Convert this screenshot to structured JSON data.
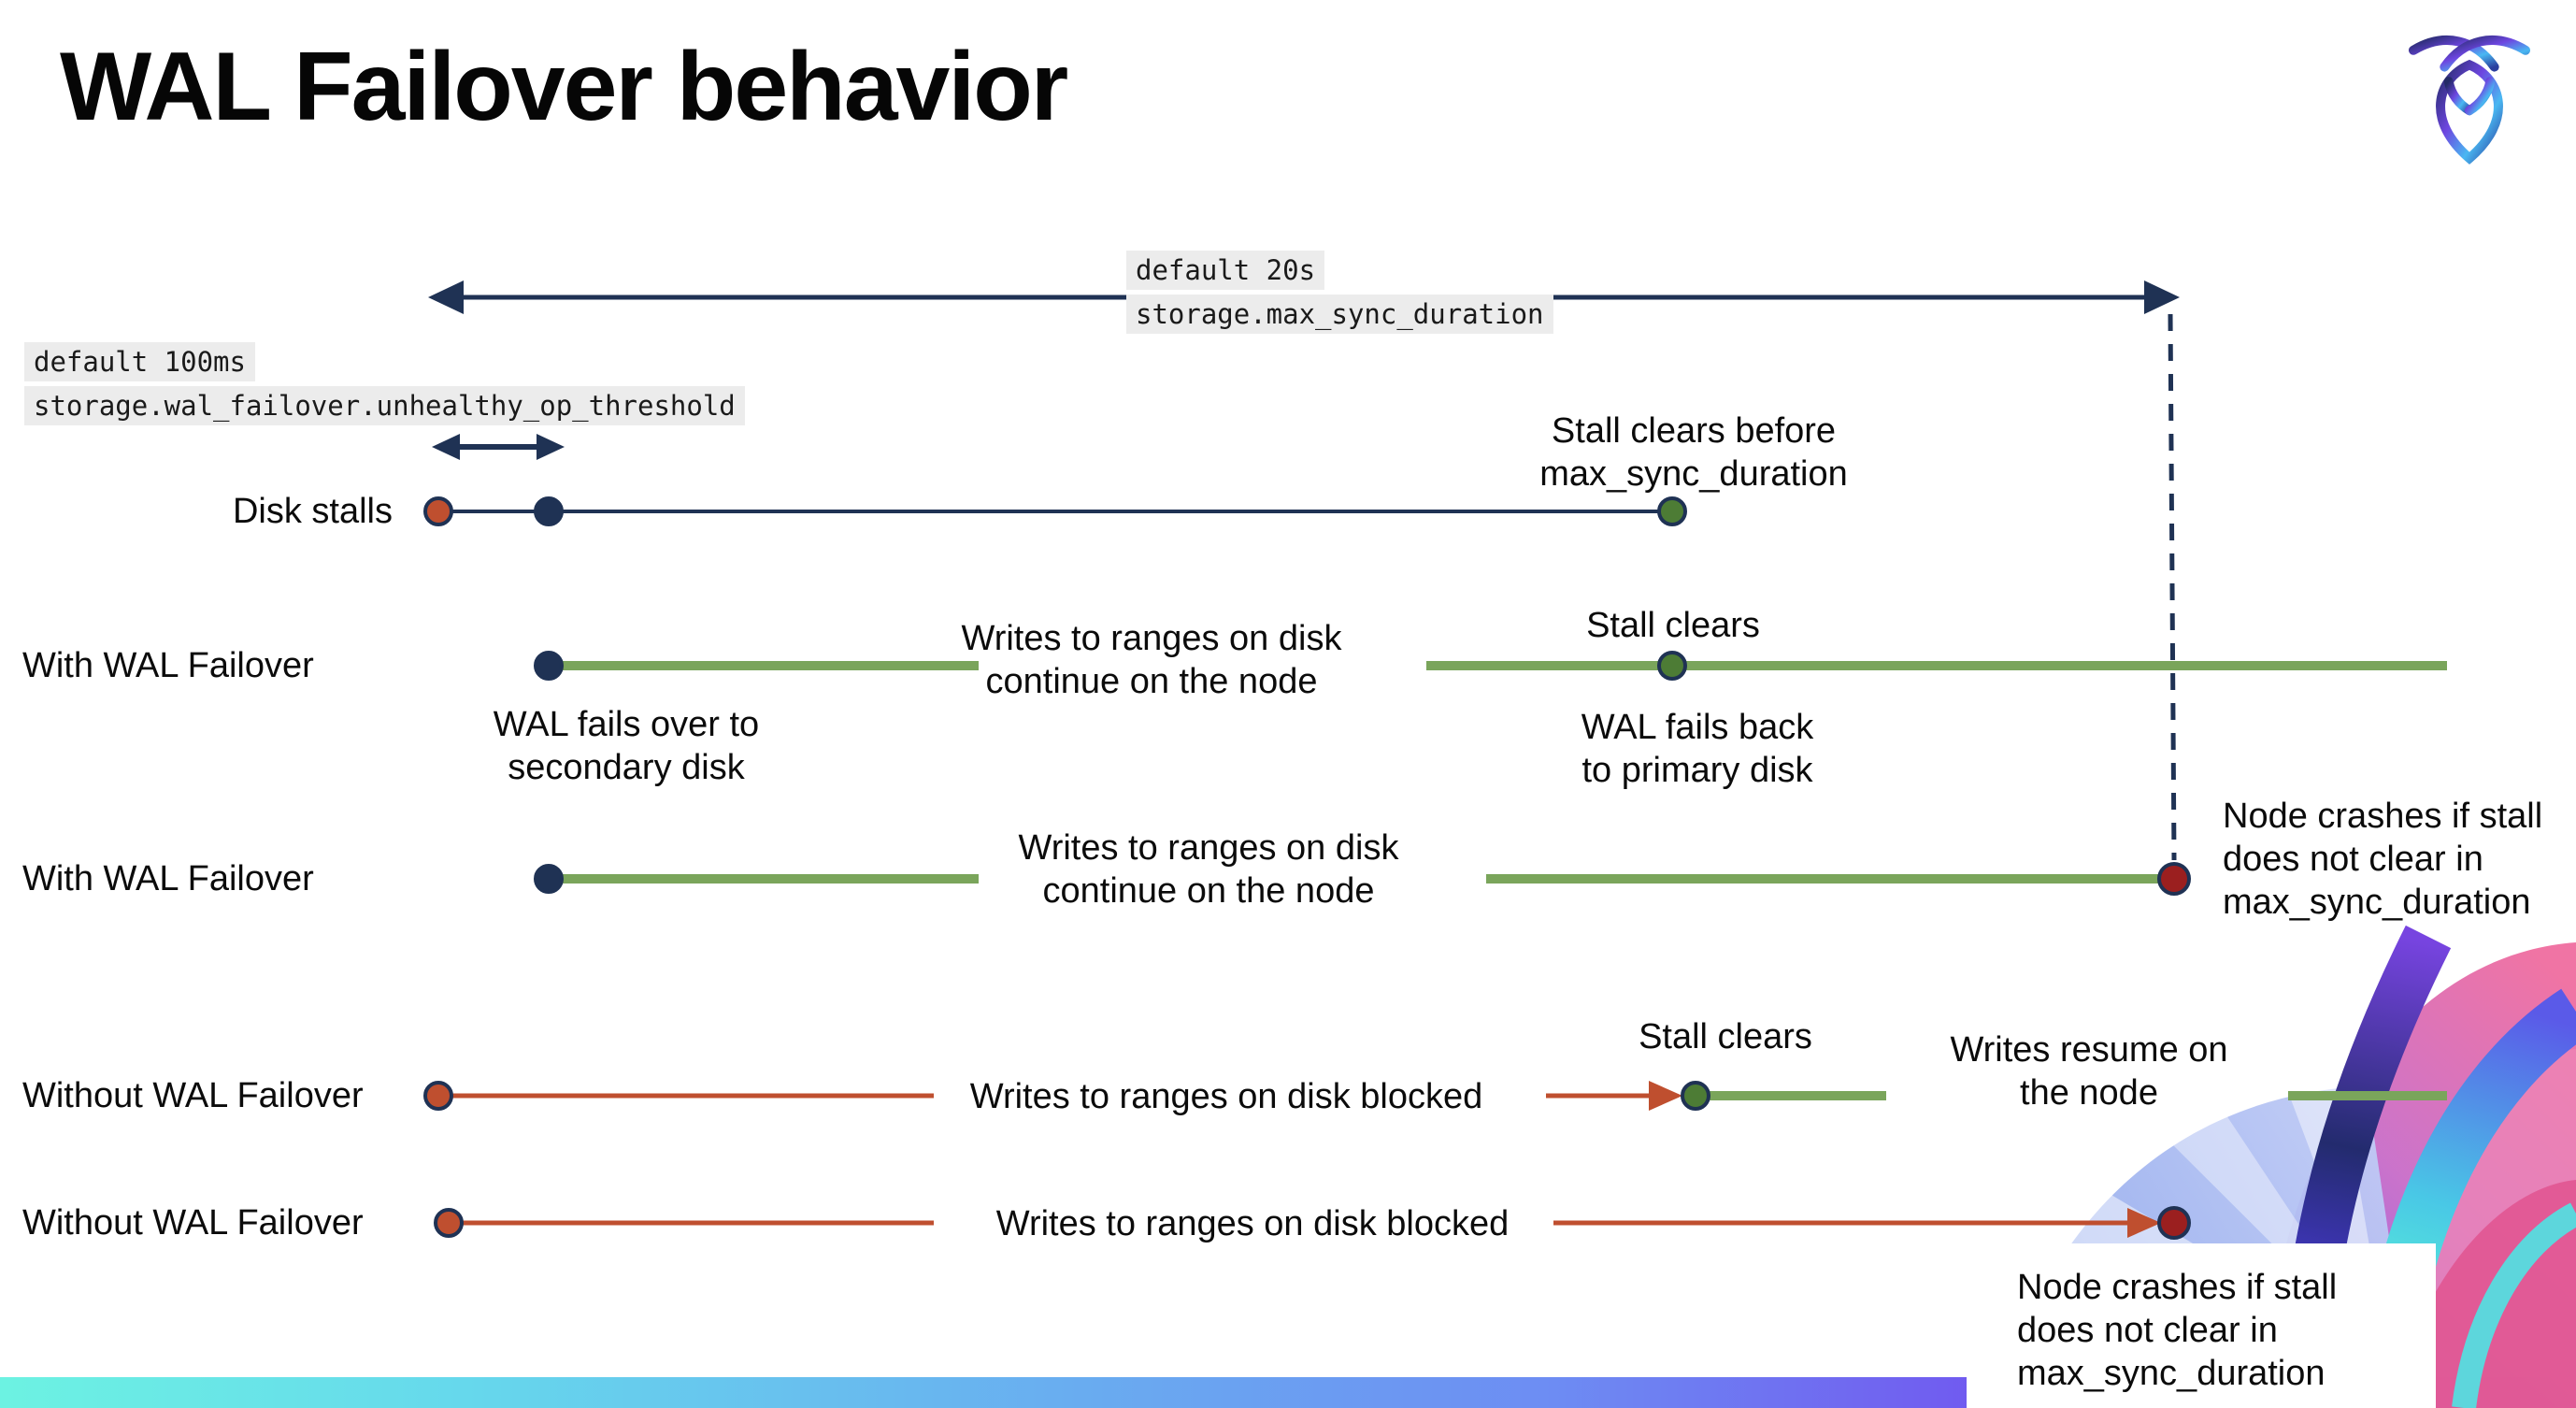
{
  "slide": {
    "title": "WAL Failover behavior",
    "logo_icon": "cockroachdb-mark"
  },
  "config_annotations": {
    "max_sync_duration": {
      "default_line": "default 20s",
      "setting_line": "storage.max_sync_duration"
    },
    "unhealthy_op_threshold": {
      "default_line": "default 100ms",
      "setting_line": "storage.wal_failover.unhealthy_op_threshold"
    }
  },
  "timeline_rows": [
    {
      "label": "Disk stalls",
      "note_end": "Stall clears before\nmax_sync_duration"
    },
    {
      "label": "With WAL Failover",
      "note_failover": "WAL fails over to\nsecondary disk",
      "note_mid": "Writes to ranges on disk\ncontinue on the node",
      "note_stall": "Stall clears",
      "note_failback": "WAL fails  back\nto primary disk"
    },
    {
      "label": "With WAL Failover",
      "note_mid": "Writes to ranges on disk\ncontinue on the node",
      "note_crash": "Node crashes if stall\ndoes not clear in\nmax_sync_duration"
    },
    {
      "label": "Without WAL Failover",
      "note_blocked": "Writes to ranges on disk  blocked",
      "note_stall": "Stall clears",
      "note_resume": "Writes resume on\nthe node"
    },
    {
      "label": "Without WAL Failover",
      "note_blocked": "Writes to ranges on disk  blocked",
      "note_crash": "Node crashes if stall\ndoes not clear in\nmax_sync_duration"
    }
  ],
  "colors": {
    "navy": "#1f3254",
    "green_line": "#7aa55b",
    "green_dot": "#4d7c35",
    "stall_red": "#bf4f2f",
    "crash_red": "#9b1f1f",
    "code_background": "#ececec",
    "footer_gradient_left": "#6cf2e2",
    "footer_gradient_mid": "#6d8df3",
    "footer_gradient_right": "#8c28e8"
  }
}
